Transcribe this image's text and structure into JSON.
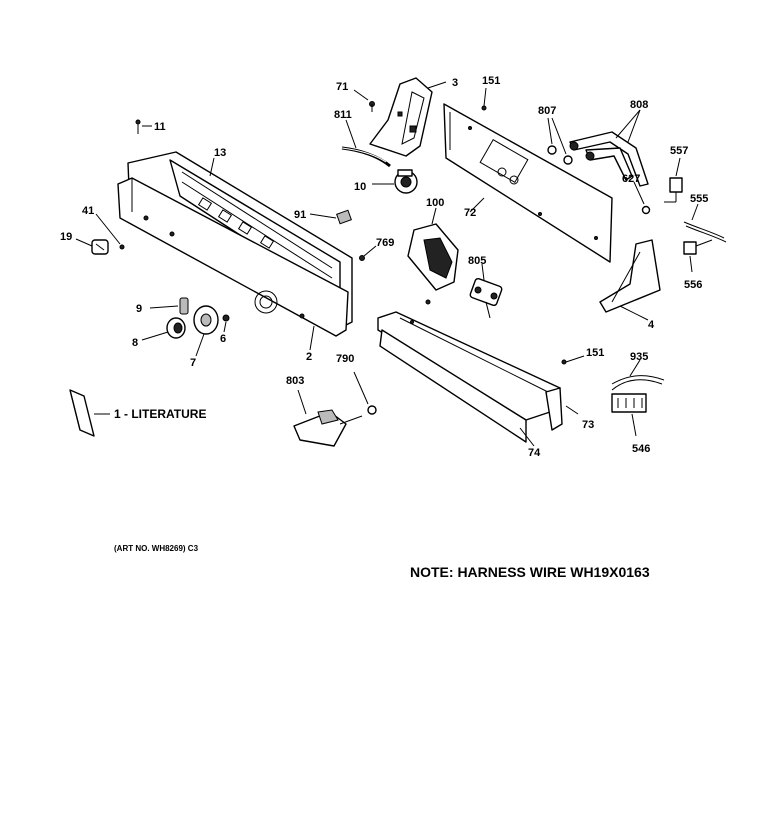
{
  "labels": {
    "p71": "71",
    "p3": "3",
    "p151a": "151",
    "p807": "807",
    "p808": "808",
    "p811": "811",
    "p11": "11",
    "p13": "13",
    "p10": "10",
    "p557": "557",
    "p627": "627",
    "p555": "555",
    "p41": "41",
    "p19": "19",
    "p91": "91",
    "p100": "100",
    "p72": "72",
    "p769": "769",
    "p556": "556",
    "p805": "805",
    "p4": "4",
    "p9": "9",
    "p8": "8",
    "p6": "6",
    "p7": "7",
    "p2": "2",
    "p790": "790",
    "p151b": "151",
    "p935": "935",
    "p803": "803",
    "p1": "1 - LITERATURE",
    "p73": "73",
    "p546": "546",
    "p74": "74"
  },
  "art_no": "(ART NO. WH8269) C3",
  "note": "NOTE: HARNESS WIRE WH19X0163"
}
